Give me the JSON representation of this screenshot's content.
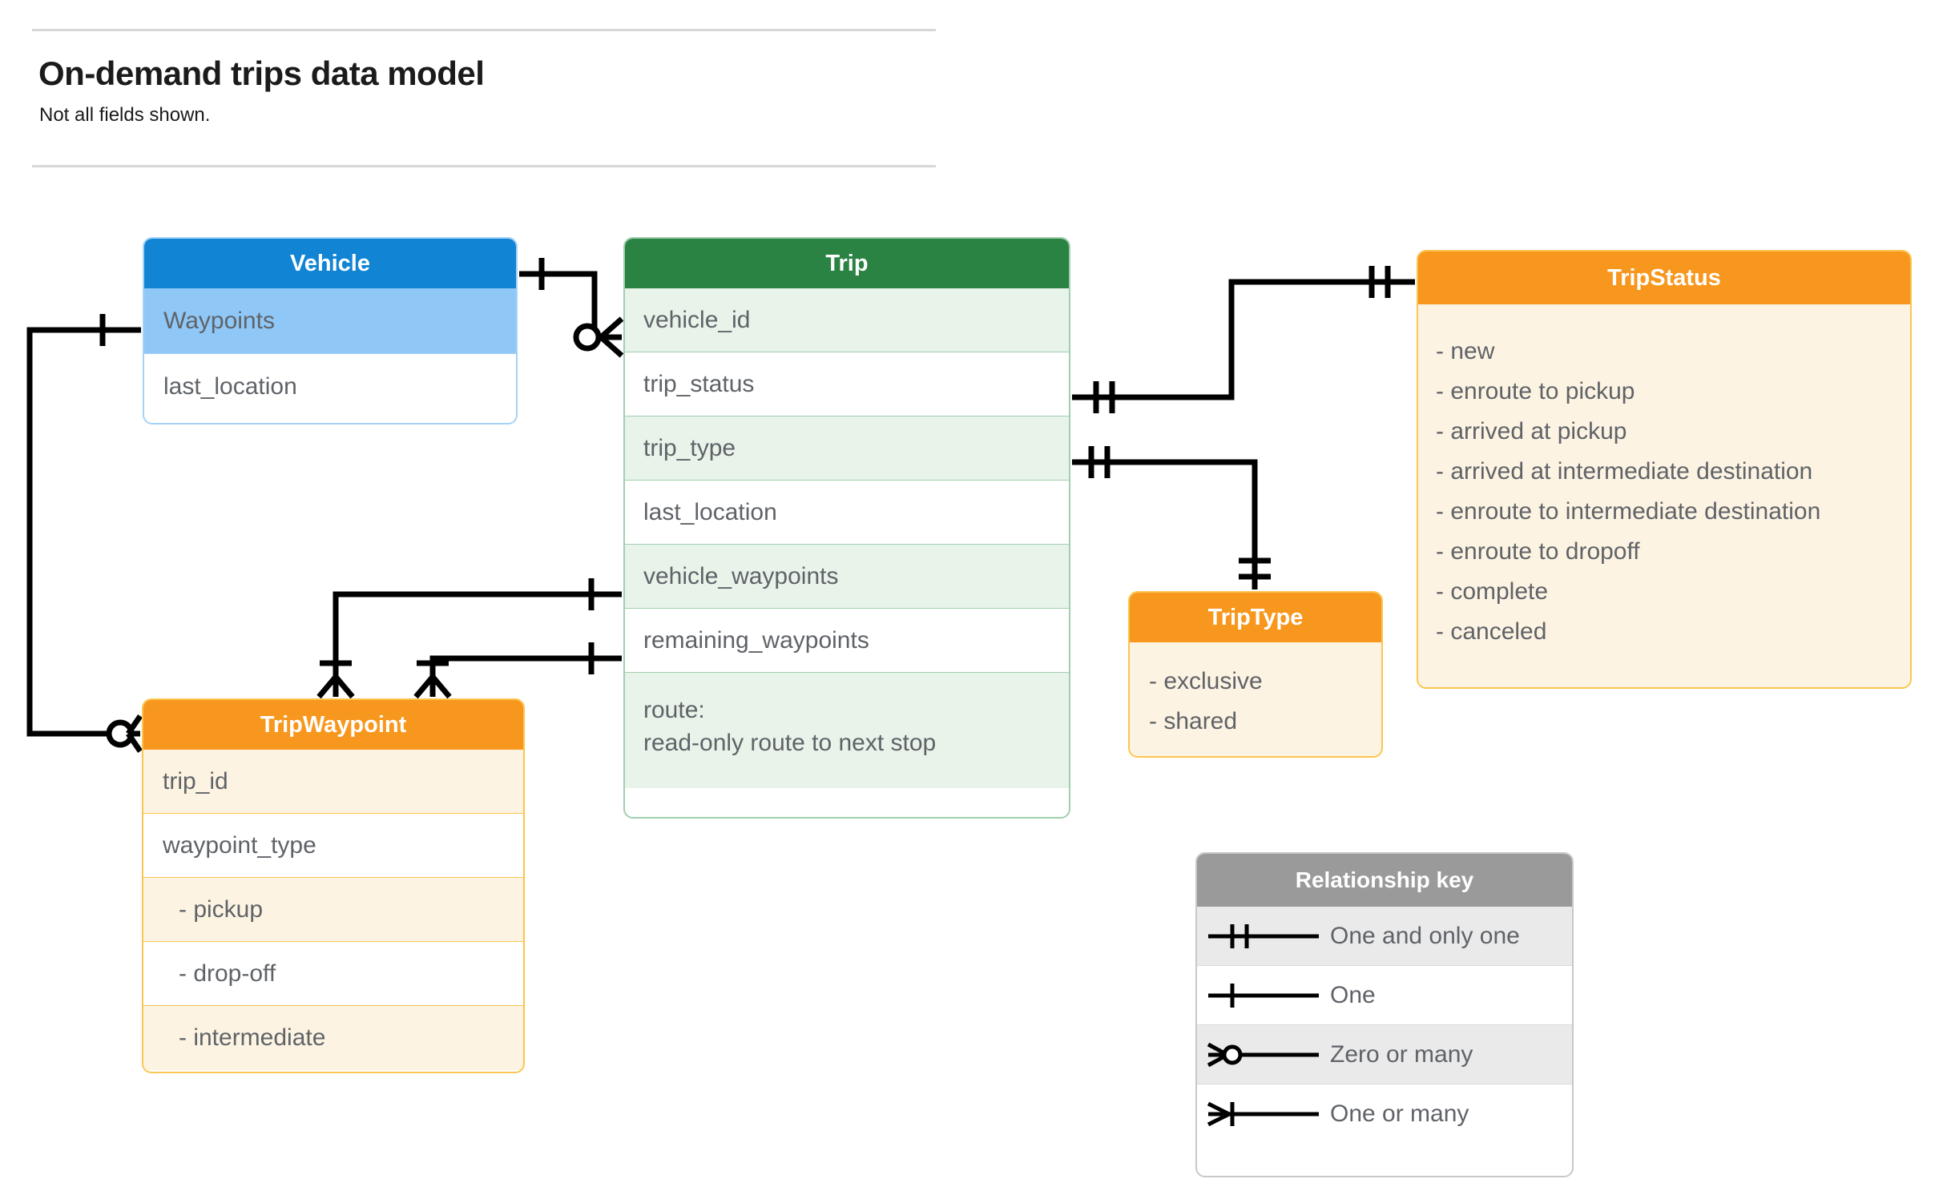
{
  "header": {
    "title": "On-demand trips data model",
    "subtitle": "Not all fields shown."
  },
  "colors": {
    "vehicle_header": "#1185d4",
    "vehicle_row_alt": "#8fc7f6",
    "vehicle_border": "#a5d2f7",
    "trip_header": "#2a8243",
    "trip_row_alt": "#e8f3ea",
    "trip_border": "#a0cfae",
    "orange_header": "#f8971d",
    "orange_body": "#fdf3e2",
    "orange_border": "#fbc54f",
    "legend_header": "#9a9a9a",
    "legend_row_shaded": "#eaeaea",
    "text": "#5f6368",
    "line": "#000000"
  },
  "entities": {
    "vehicle": {
      "title": "Vehicle",
      "rows": [
        {
          "label": "Waypoints"
        },
        {
          "label": "last_location"
        }
      ]
    },
    "trip": {
      "title": "Trip",
      "rows": [
        {
          "label": "vehicle_id"
        },
        {
          "label": "trip_status"
        },
        {
          "label": "trip_type"
        },
        {
          "label": "last_location"
        },
        {
          "label": "vehicle_waypoints"
        },
        {
          "label": "remaining_waypoints"
        },
        {
          "label": "route:",
          "label2": "read-only route to next stop"
        }
      ]
    },
    "trip_status": {
      "title": "TripStatus",
      "options": [
        "- new",
        "- enroute to pickup",
        "- arrived at pickup",
        "- arrived at intermediate destination",
        "- enroute to intermediate destination",
        "- enroute to dropoff",
        "- complete",
        "- canceled"
      ]
    },
    "trip_type": {
      "title": "TripType",
      "options": [
        "- exclusive",
        "- shared"
      ]
    },
    "trip_waypoint": {
      "title": "TripWaypoint",
      "rows": [
        {
          "label": "trip_id"
        },
        {
          "label": "waypoint_type"
        },
        {
          "label": "-  pickup"
        },
        {
          "label": "-  drop-off"
        },
        {
          "label": "-  intermediate"
        }
      ]
    }
  },
  "legend": {
    "title": "Relationship key",
    "rows": [
      {
        "symbol": "one-and-only-one",
        "label": "One and only one"
      },
      {
        "symbol": "one",
        "label": "One"
      },
      {
        "symbol": "zero-or-many",
        "label": "Zero or many"
      },
      {
        "symbol": "one-or-many",
        "label": "One or many"
      }
    ]
  },
  "relationships": [
    {
      "from": "Vehicle",
      "from_card": "one",
      "to": "Trip.vehicle_id",
      "to_card": "zero-or-many"
    },
    {
      "from": "Vehicle.Waypoints",
      "from_card": "one",
      "to": "TripWaypoint",
      "to_card": "zero-or-many"
    },
    {
      "from": "Trip.trip_status",
      "from_card": "one-and-only-one",
      "to": "TripStatus",
      "to_card": "one-and-only-one"
    },
    {
      "from": "Trip.trip_type",
      "from_card": "one-and-only-one",
      "to": "TripType",
      "to_card": "one-and-only-one"
    },
    {
      "from": "Trip.vehicle_waypoints",
      "from_card": "one",
      "to": "TripWaypoint",
      "to_card": "one-or-many"
    },
    {
      "from": "Trip.remaining_waypoints",
      "from_card": "one",
      "to": "TripWaypoint",
      "to_card": "one-or-many"
    }
  ]
}
